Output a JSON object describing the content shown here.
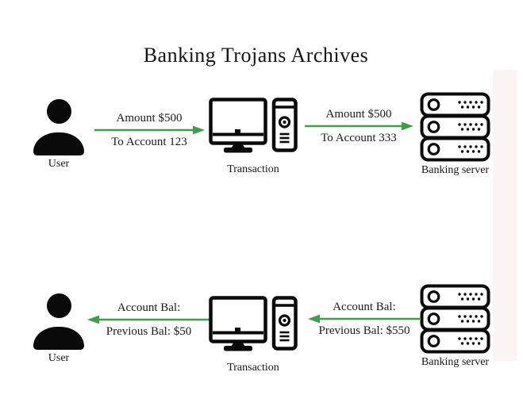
{
  "title": "Banking Trojans Archives",
  "colors": {
    "arrow": "#3f9e4a",
    "icon": "#0a0a0a",
    "text": "#1b1b1b",
    "strip": "#fbf6f3"
  },
  "top_flow": {
    "user": {
      "label": "User"
    },
    "transaction": {
      "label": "Transaction"
    },
    "server": {
      "label": "Banking server"
    },
    "user_to_transaction": {
      "line1": "Amount $500",
      "line2": "To Account 123",
      "direction": "right"
    },
    "transaction_to_server": {
      "line1": "Amount $500",
      "line2": "To Account 333",
      "direction": "right"
    }
  },
  "bottom_flow": {
    "user": {
      "label": "User"
    },
    "transaction": {
      "label": "Transaction"
    },
    "server": {
      "label": "Banking server"
    },
    "transaction_to_user": {
      "line1": "Account Bal:",
      "line2": "Previous Bal: $50",
      "direction": "left"
    },
    "server_to_transaction": {
      "line1": "Account Bal:",
      "line2": "Previous Bal: $550",
      "direction": "left"
    }
  }
}
